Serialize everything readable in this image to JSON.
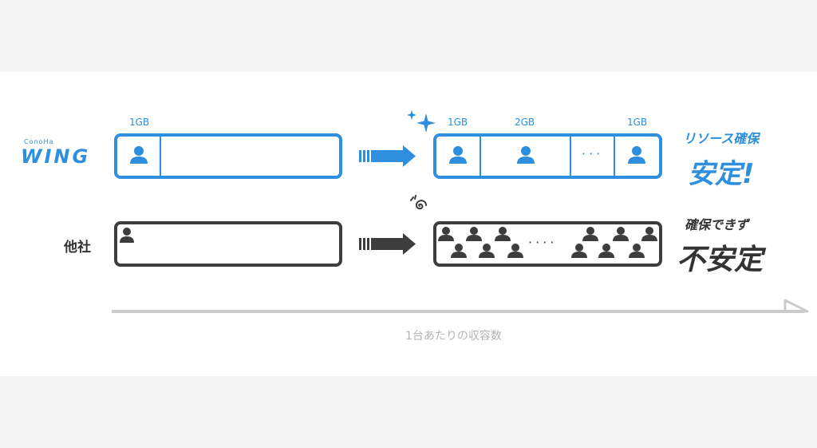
{
  "logo": {
    "small": "ConoHa",
    "big": "WING"
  },
  "rival_label": "他社",
  "wing_row": {
    "before_label": "1GB",
    "after_labels": [
      "1GB",
      "2GB",
      "1GB"
    ],
    "after_dots": "···"
  },
  "rival_row": {
    "after_dots": "····"
  },
  "result_wing": {
    "line1": "リソース確保",
    "line2": "安定!"
  },
  "result_rival": {
    "line1": "確保できず",
    "line2": "不安定"
  },
  "axis_caption": "1台あたりの収容数",
  "colors": {
    "accent": "#2d8fde",
    "dark": "#3d3d3d",
    "axis": "#cccccc"
  }
}
